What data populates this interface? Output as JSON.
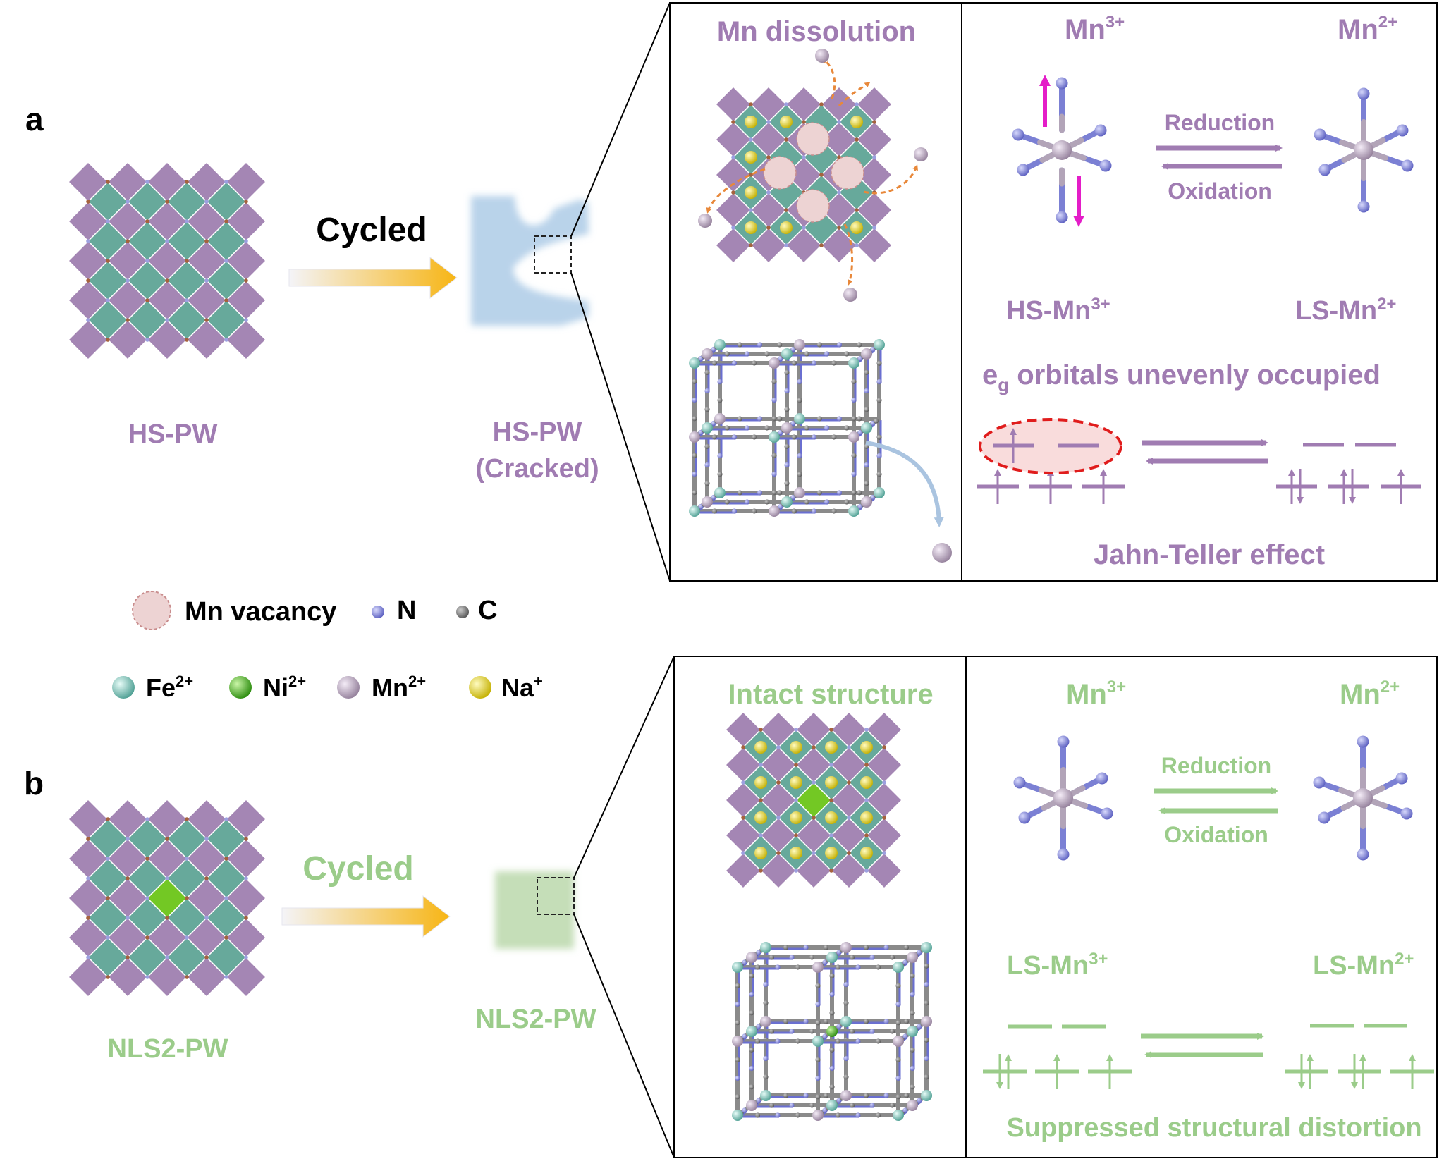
{
  "panel_a": {
    "label": "a",
    "left_caption": "HS-PW",
    "arrow_label": "Cycled",
    "cracked_caption_line1": "HS-PW",
    "cracked_caption_line2": "(Cracked)",
    "box1_title": "Mn dissolution",
    "ion_left": {
      "base": "Mn",
      "sup": "3+"
    },
    "ion_right": {
      "base": "Mn",
      "sup": "2+"
    },
    "reduction": "Reduction",
    "oxidation": "Oxidation",
    "state_left": {
      "base": "HS-Mn",
      "sup": "3+"
    },
    "state_right": {
      "base": "LS-Mn",
      "sup": "2+"
    },
    "orbitals": {
      "base": "e",
      "sub": "g",
      "rest": " orbitals unevenly occupied"
    },
    "effect": "Jahn-Teller effect"
  },
  "legend": {
    "vacancy": "Mn vacancy",
    "n": "N",
    "c": "C",
    "fe": {
      "base": "Fe",
      "sup": "2+"
    },
    "ni": {
      "base": "Ni",
      "sup": "2+"
    },
    "mn": {
      "base": "Mn",
      "sup": "2+"
    },
    "na": {
      "base": "Na",
      "sup": "+"
    }
  },
  "panel_b": {
    "label": "b",
    "left_caption": "NLS2-PW",
    "arrow_label": "Cycled",
    "right_caption": "NLS2-PW",
    "box1_title": "Intact structure",
    "ion_left": {
      "base": "Mn",
      "sup": "3+"
    },
    "ion_right": {
      "base": "Mn",
      "sup": "2+"
    },
    "reduction": "Reduction",
    "oxidation": "Oxidation",
    "state_left": {
      "base": "LS-Mn",
      "sup": "3+"
    },
    "state_right": {
      "base": "LS-Mn",
      "sup": "2+"
    },
    "effect": "Suppressed structural distortion"
  },
  "colors": {
    "purple_text": "#a07cb2",
    "green_text": "#9bcc8a",
    "purple_octa": "#a080b0",
    "green_octa": "#5fa596",
    "ni_octa": "#6cc619",
    "arrow_orange": "#f7b514",
    "cracked_blue": "#b9d3ea",
    "nls_green": "#c5deb8",
    "vacancy_fill": "#edd3d3",
    "vacancy_edge": "#c98d8d",
    "n_ball": "#7b7fd6",
    "c_ball": "#7c7c7c",
    "fe_ball": "#72c0b4",
    "ni_ball": "#3ea416",
    "mn_ball": "#b8a2c0",
    "na_ball": "#e1d014",
    "red_dash": "#e01c1c",
    "magenta": "#e41dc8"
  }
}
